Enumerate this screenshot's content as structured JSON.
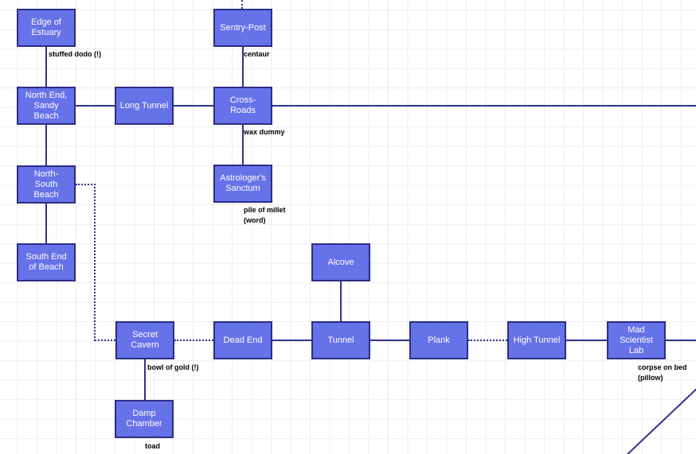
{
  "colors": {
    "room_fill": "#6672e8",
    "room_border": "#2d2d85",
    "connector_line": "#32328c",
    "room_text": "#ffffff",
    "label_text": "#000000",
    "grid_line": "#ededed",
    "background": "#ffffff"
  },
  "rooms": [
    {
      "id": "edge-of-estuary",
      "label": "Edge of\nEstuary"
    },
    {
      "id": "sentry-post",
      "label": "Sentry-Post"
    },
    {
      "id": "north-end-sandy-beach",
      "label": "North End,\nSandy\nBeach"
    },
    {
      "id": "long-tunnel",
      "label": "Long Tunnel"
    },
    {
      "id": "cross-roads",
      "label": "Cross-\nRoads"
    },
    {
      "id": "astrologers-sanctum",
      "label": "Astrologer's\nSanctum"
    },
    {
      "id": "north-south-beach",
      "label": "North-\nSouth\nBeach"
    },
    {
      "id": "south-end-of-beach",
      "label": "South End\nof Beach"
    },
    {
      "id": "alcove",
      "label": "Alcove"
    },
    {
      "id": "secret-cavern",
      "label": "Secret\nCavern"
    },
    {
      "id": "dead-end",
      "label": "Dead End"
    },
    {
      "id": "tunnel",
      "label": "Tunnel"
    },
    {
      "id": "plank",
      "label": "Plank"
    },
    {
      "id": "high-tunnel",
      "label": "High Tunnel"
    },
    {
      "id": "mad-scientist-lab",
      "label": "Mad\nScientist\nLab"
    },
    {
      "id": "damp-chamber",
      "label": "Damp\nChamber"
    }
  ],
  "item_labels": [
    {
      "id": "stuffed-dodo",
      "text": "stuffed dodo (!)"
    },
    {
      "id": "centaur",
      "text": "centaur"
    },
    {
      "id": "wax-dummy",
      "text": "wax dummy"
    },
    {
      "id": "pile-of-millet",
      "text": "pile of millet\n(word)"
    },
    {
      "id": "bowl-of-gold",
      "text": "bowl of gold (!)"
    },
    {
      "id": "corpse-on-bed",
      "text": "corpse on bed\n(pillow)"
    },
    {
      "id": "toad",
      "text": "toad"
    }
  ],
  "connections": [
    {
      "from": "edge-of-estuary",
      "to": "north-end-sandy-beach",
      "style": "solid",
      "item": "stuffed dodo (!)"
    },
    {
      "from": "off-map-top",
      "to": "sentry-post",
      "style": "dotted"
    },
    {
      "from": "sentry-post",
      "to": "cross-roads",
      "style": "solid",
      "item": "centaur"
    },
    {
      "from": "north-end-sandy-beach",
      "to": "long-tunnel",
      "style": "solid"
    },
    {
      "from": "long-tunnel",
      "to": "cross-roads",
      "style": "solid"
    },
    {
      "from": "cross-roads",
      "to": "off-map-right",
      "style": "solid"
    },
    {
      "from": "cross-roads",
      "to": "astrologers-sanctum",
      "style": "solid",
      "item": "wax dummy"
    },
    {
      "from": "north-end-sandy-beach",
      "to": "north-south-beach",
      "style": "solid"
    },
    {
      "from": "north-south-beach",
      "to": "south-end-of-beach",
      "style": "solid"
    },
    {
      "from": "north-south-beach",
      "to": "secret-cavern",
      "style": "dotted"
    },
    {
      "from": "secret-cavern",
      "to": "dead-end",
      "style": "dotted"
    },
    {
      "from": "dead-end",
      "to": "tunnel",
      "style": "solid"
    },
    {
      "from": "alcove",
      "to": "tunnel",
      "style": "solid"
    },
    {
      "from": "tunnel",
      "to": "plank",
      "style": "solid"
    },
    {
      "from": "plank",
      "to": "high-tunnel",
      "style": "dotted"
    },
    {
      "from": "high-tunnel",
      "to": "mad-scientist-lab",
      "style": "solid"
    },
    {
      "from": "mad-scientist-lab",
      "to": "off-map-right",
      "style": "solid"
    },
    {
      "from": "secret-cavern",
      "to": "damp-chamber",
      "style": "solid",
      "item": "bowl of gold (!)"
    },
    {
      "from": "off-map-bottom-right",
      "to": "off-map-right",
      "style": "solid-diagonal"
    }
  ]
}
